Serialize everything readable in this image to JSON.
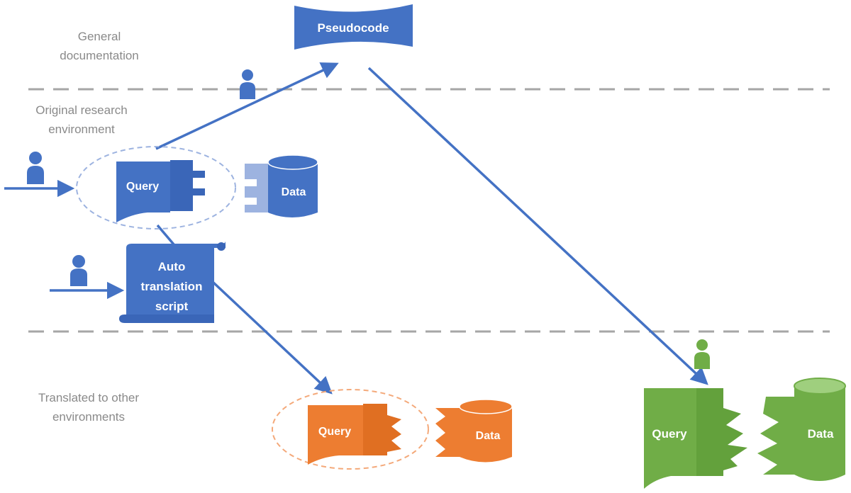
{
  "zones": {
    "general_documentation": "General\ndocumentation",
    "original_environment": "Original research\nenvironment",
    "other_environments": "Translated to other\nenvironments"
  },
  "nodes": {
    "pseudocode": "Pseudocode",
    "query_original": "Query",
    "data_original": "Data",
    "auto_translation": [
      "Auto",
      "translation",
      "script"
    ],
    "query_orange": "Query",
    "data_orange": "Data",
    "query_green": "Query",
    "data_green": "Data"
  },
  "colors": {
    "blue": "#4472c4",
    "blue_dark": "#3a66b8",
    "blue_light": "#9db3e0",
    "orange": "#ed7d31",
    "orange_light": "#f4a97a",
    "green": "#70ad47",
    "green_light": "#9fcf7e",
    "divider": "#a6a6a6",
    "label": "#8a8a8a"
  }
}
